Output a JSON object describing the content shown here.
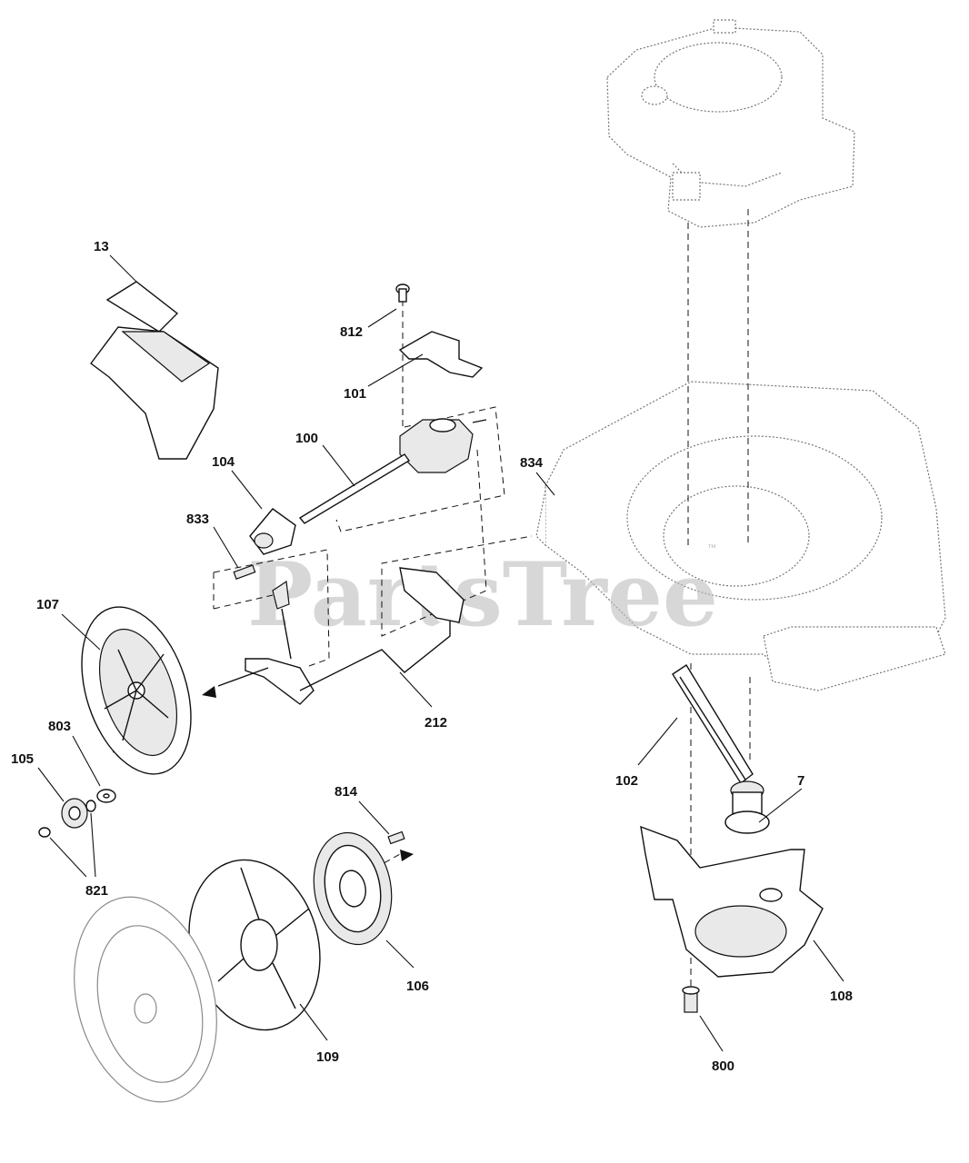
{
  "watermark": {
    "text": "PartsTree",
    "trademark": "™"
  },
  "callouts": {
    "c13": "13",
    "c812": "812",
    "c101": "101",
    "c100": "100",
    "c104": "104",
    "c833": "833",
    "c834": "834",
    "c107": "107",
    "c212": "212",
    "c803": "803",
    "c105": "105",
    "c821": "821",
    "c814": "814",
    "c106": "106",
    "c109": "109",
    "c102": "102",
    "c7": "7",
    "c108": "108",
    "c800": "800"
  }
}
